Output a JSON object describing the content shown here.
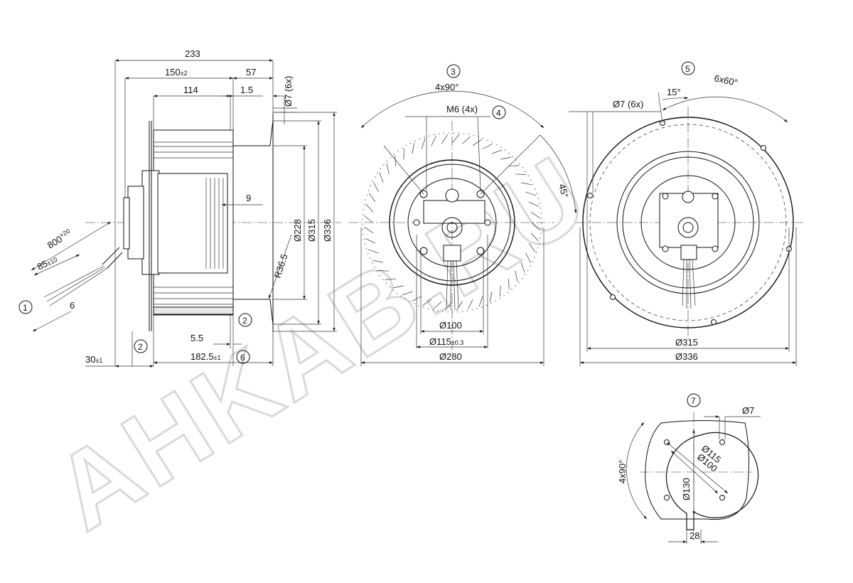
{
  "watermark": "AHKAB.RU",
  "side_view": {
    "dims": {
      "overall": "233",
      "body": "150",
      "body_tol": "±2",
      "flange": "57",
      "hole_6x": "Ø7 (6x)",
      "rotor": "114",
      "plate": "1.5",
      "nine": "9",
      "d228": "Ø228",
      "d315": "Ø315",
      "d336": "Ø336",
      "radius": "R36.5",
      "cable_len": "800",
      "cable_len_tol": "+20",
      "strip_len": "85",
      "strip_len_tol": "±10",
      "strip_end": "6",
      "gap": "5.5",
      "depth": "182.5",
      "depth_tol": "±1",
      "offset": "30",
      "offset_tol": "±1"
    },
    "callouts": [
      "1",
      "2",
      "2",
      "6"
    ]
  },
  "front_view": {
    "callouts": [
      "3",
      "4"
    ],
    "dims": {
      "angle_4x": "4x90°",
      "thread": "M6 (4x)",
      "angle_45": "45°",
      "d100": "Ø100",
      "d115": "Ø115",
      "d115_tol": "±0.3",
      "d280": "Ø280"
    }
  },
  "back_view": {
    "callouts": [
      "5"
    ],
    "dims": {
      "angle_6x": "6x60°",
      "hole_6x": "Ø7 (6x)",
      "angle_15": "15°",
      "d315": "Ø315",
      "d336": "Ø336"
    }
  },
  "detail_view": {
    "callouts": [
      "7"
    ],
    "dims": {
      "hole": "Ø7",
      "d115": "Ø115",
      "d100": "Ø100",
      "d130": "Ø130",
      "angle_4x": "4x90°",
      "width": "28"
    }
  }
}
